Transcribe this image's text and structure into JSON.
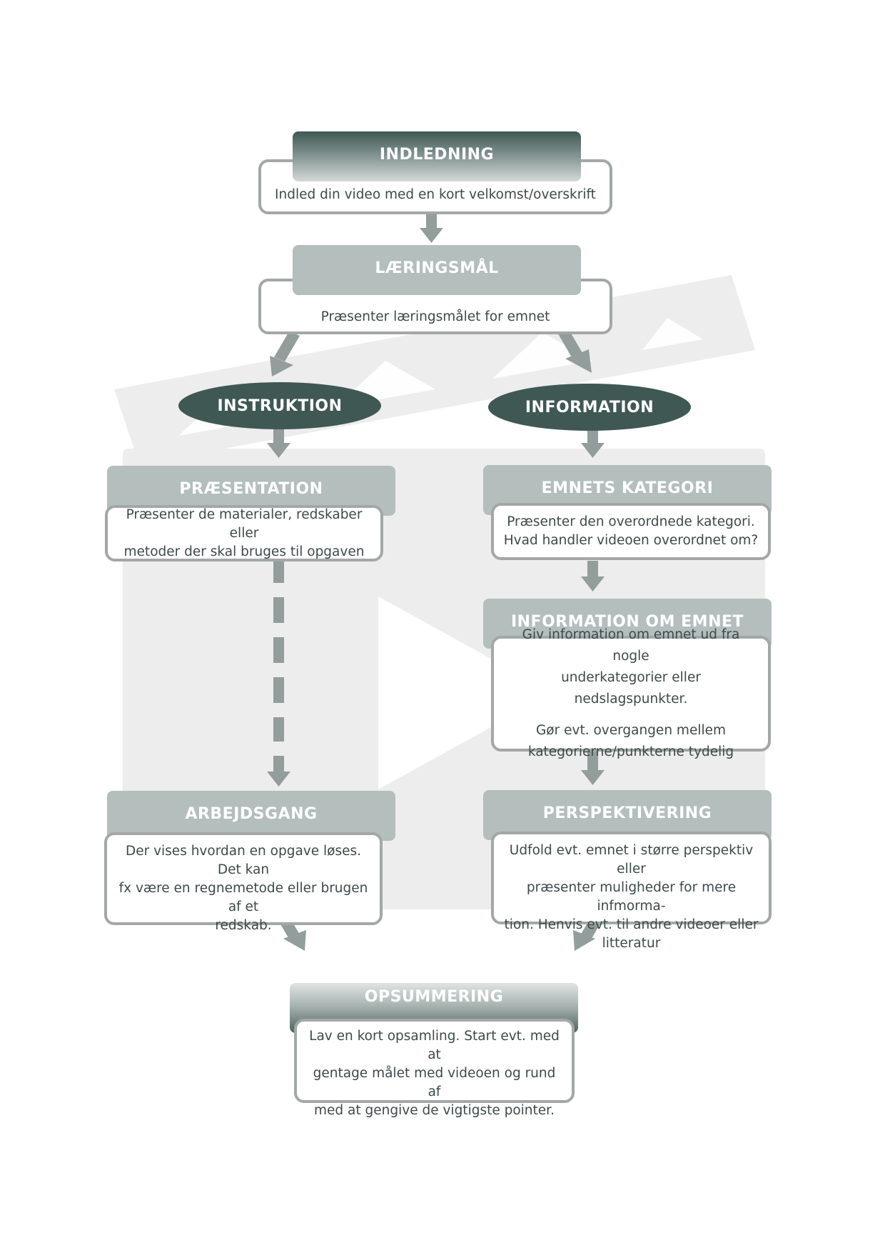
{
  "colors": {
    "header_dark": "#3f5854",
    "header_light": "#b3bebd",
    "box_border": "#a3a7a7",
    "arrow": "#939d9b",
    "background_clapper": "#ededed",
    "text": "#3d4a4a"
  },
  "nodes": {
    "indledning": {
      "title": "INDLEDNING",
      "text": [
        "Indled din video med en kort velkomst/overskrift"
      ]
    },
    "laeringsmaal": {
      "title": "LÆRINGSMÅL",
      "text": [
        "Præsenter læringsmålet for emnet"
      ]
    },
    "instruktion": {
      "title": "INSTRUKTION"
    },
    "information": {
      "title": "INFORMATION"
    },
    "praesentation": {
      "title": "PRÆSENTATION",
      "text": [
        "Præsenter de materialer, redskaber eller",
        "metoder der skal bruges til opgaven"
      ]
    },
    "emnets_kategori": {
      "title": "EMNETS KATEGORI",
      "text": [
        "Præsenter den overordnede kategori.",
        "Hvad handler videoen overordnet om?"
      ]
    },
    "information_om_emnet": {
      "title": "INFORMATION OM EMNET",
      "text1": [
        "Giv information om emnet ud fra nogle",
        "underkategorier eller nedslagspunkter."
      ],
      "text2": [
        "Gør evt. overgangen mellem",
        "kategorierne/punkterne tydelig"
      ]
    },
    "arbejdsgang": {
      "title": "ARBEJDSGANG",
      "text": [
        "Der vises hvordan en opgave løses. Det kan",
        "fx være en regnemetode eller brugen af et",
        "redskab."
      ]
    },
    "perspektivering": {
      "title": "PERSPEKTIVERING",
      "text": [
        "Udfold evt. emnet i større perspektiv eller",
        "præsenter muligheder for mere infmorma-",
        "tion. Henvis evt. til andre videoer eller",
        "litteratur"
      ]
    },
    "opsummering": {
      "title": "OPSUMMERING",
      "text": [
        "Lav en kort opsamling. Start evt. med at",
        "gentage målet med videoen og rund af",
        "med at gengive de vigtigste pointer."
      ]
    }
  }
}
